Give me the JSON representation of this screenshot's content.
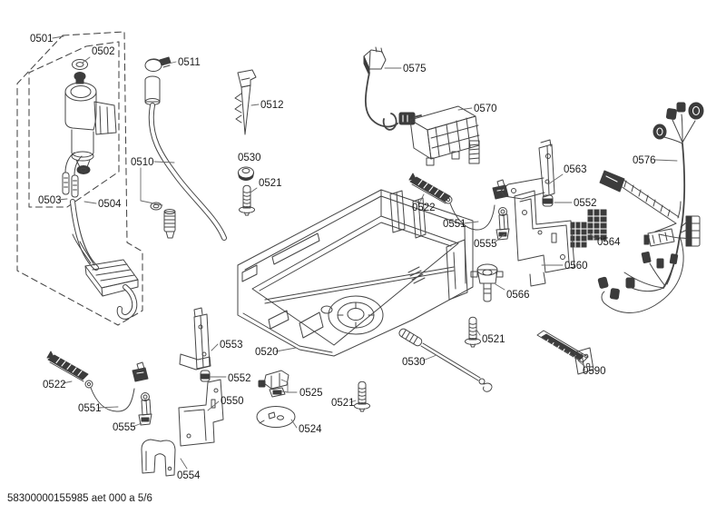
{
  "document": {
    "footer": "58300000155985 aet 000 a 5/6",
    "background_color": "#ffffff",
    "line_color": "#454545",
    "label_color": "#1b1b1b",
    "diagram_type": "exploded-parts-view"
  },
  "part_labels": {
    "p0501": "0501",
    "p0502": "0502",
    "p0503": "0503",
    "p0504": "0504",
    "p0510": "0510",
    "p0511": "0511",
    "p0512": "0512",
    "p0520": "0520",
    "p0521": "0521",
    "p0522": "0522",
    "p0524": "0524",
    "p0525": "0525",
    "p0530": "0530",
    "p0550": "0550",
    "p0551": "0551",
    "p0552": "0552",
    "p0553": "0553",
    "p0554": "0554",
    "p0555": "0555",
    "p0560": "0560",
    "p0563": "0563",
    "p0564": "0564",
    "p0566": "0566",
    "p0570": "0570",
    "p0575": "0575",
    "p0576": "0576",
    "p0590": "0590"
  }
}
